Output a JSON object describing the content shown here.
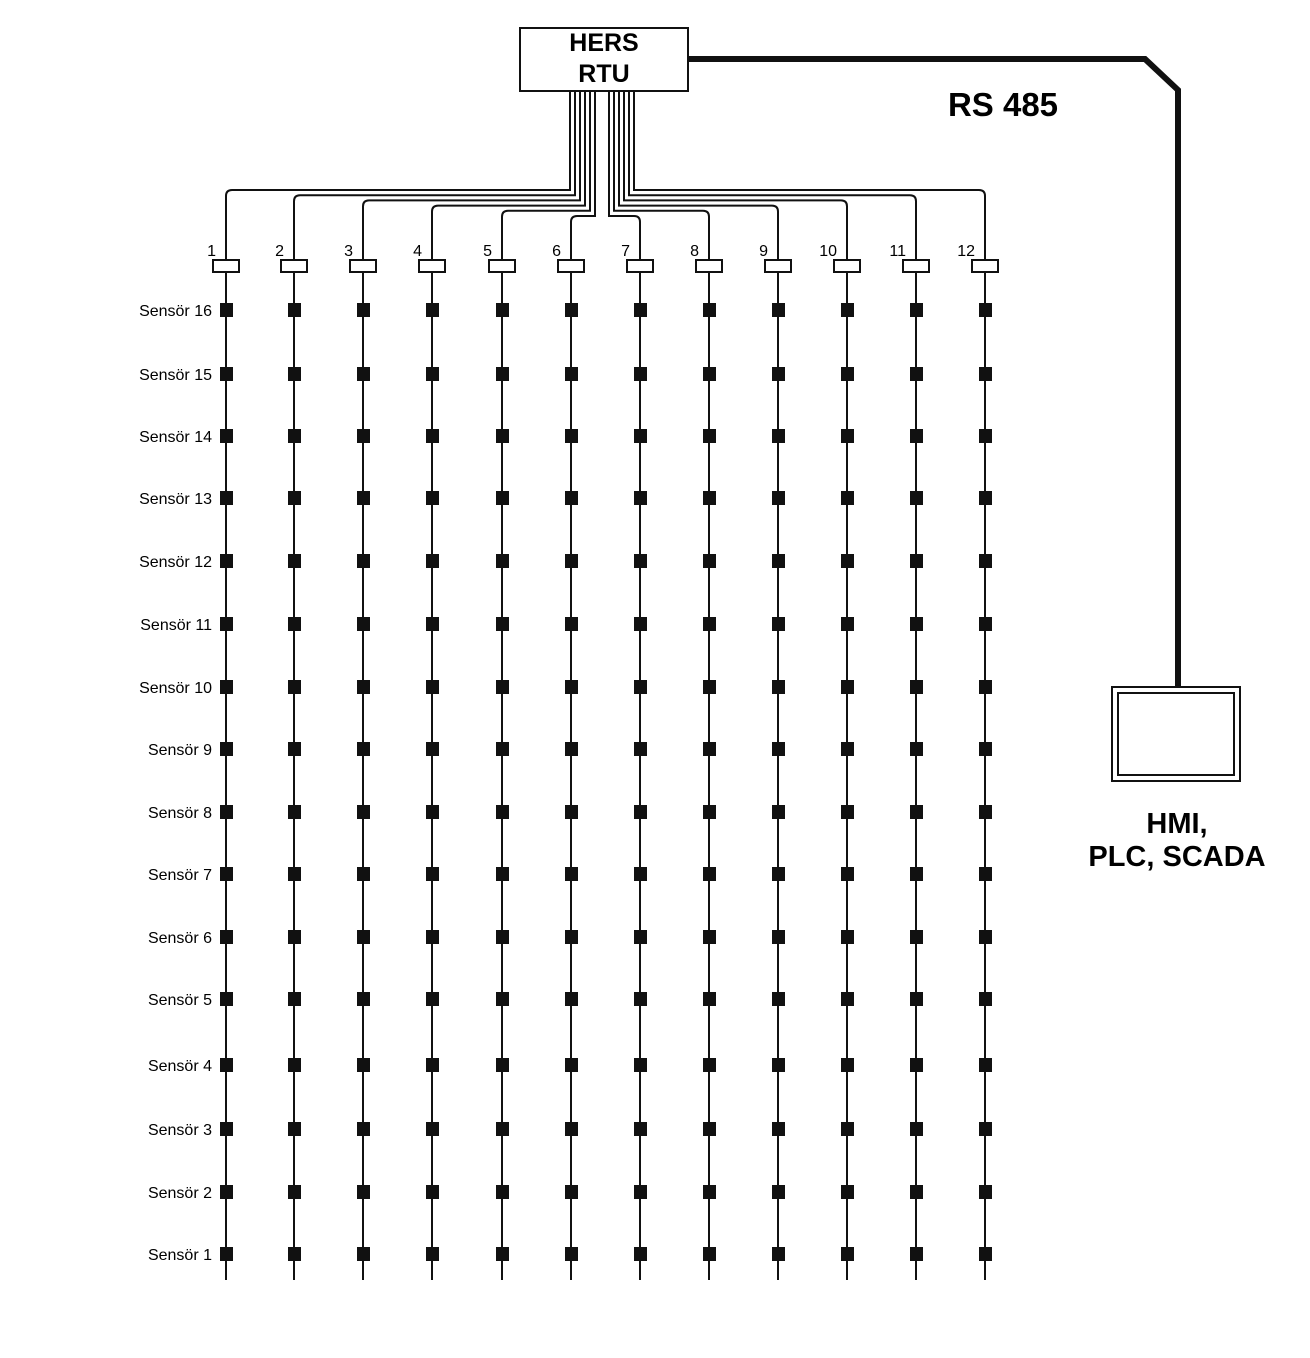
{
  "rtu": {
    "line1": "HERS",
    "line2": "RTU"
  },
  "bus": {
    "label": "RS 485"
  },
  "hmi": {
    "line1": "HMI,",
    "line2": "PLC, SCADA"
  },
  "columns": [
    "1",
    "2",
    "3",
    "4",
    "5",
    "6",
    "7",
    "8",
    "9",
    "10",
    "11",
    "12"
  ],
  "sensors": [
    "Sensör 16",
    "Sensör 15",
    "Sensör 14",
    "Sensör 13",
    "Sensör 12",
    "Sensör 11",
    "Sensör 10",
    "Sensör 9",
    "Sensör 8",
    "Sensör 7",
    "Sensör 6",
    "Sensör 5",
    "Sensör 4",
    "Sensör 3",
    "Sensör 2",
    "Sensör 1"
  ],
  "colors": {
    "line": "#111111",
    "sensor": "#111111",
    "background": "#ffffff"
  }
}
